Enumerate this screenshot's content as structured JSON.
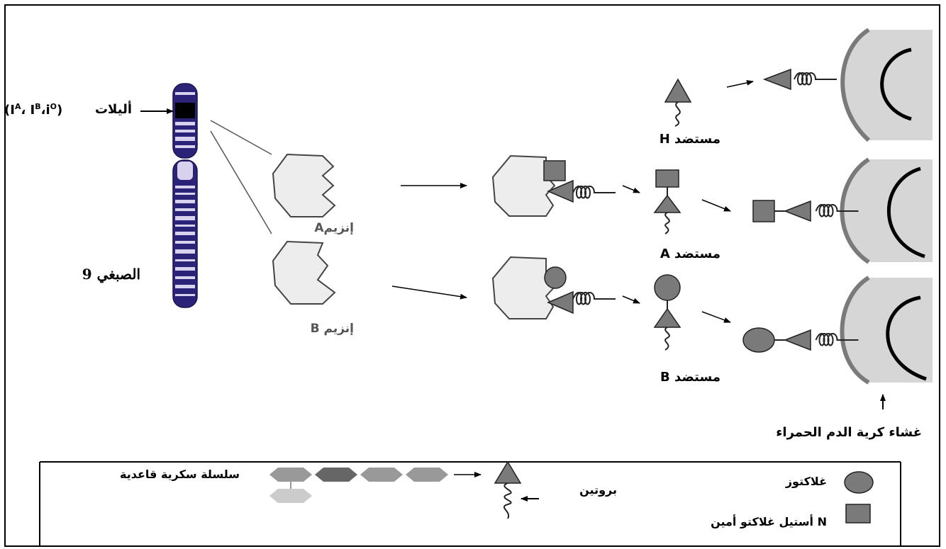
{
  "labels": {
    "alleles": "أليلات",
    "alleles_formula": "(i<sup>O</sup>،I<sup>B</sup> ،I<sup>A</sup>)",
    "chromosome": "الصبغي 9",
    "enzyme_a": "إنزيمA",
    "enzyme_b": "إنزيم B",
    "antigen_h": "مستضد H",
    "antigen_a": "مستضد A",
    "antigen_b": "مستضد B",
    "rbc_membrane": "غشاء كرية الدم الحمراء"
  },
  "legend": {
    "oligosaccharide": "سلسلة سكرية قاعدية",
    "protein": "بروتين",
    "galactose": "غلاكتوز",
    "nag": "N أستيل غلاكتو أمين"
  },
  "colors": {
    "chromosome_fill": "#2a2377",
    "chromosome_band": "#d8d2ee",
    "enzyme_fill": "#ededed",
    "shape_fill": "#7a7a7a",
    "membrane_fill": "#d6d6d6"
  }
}
